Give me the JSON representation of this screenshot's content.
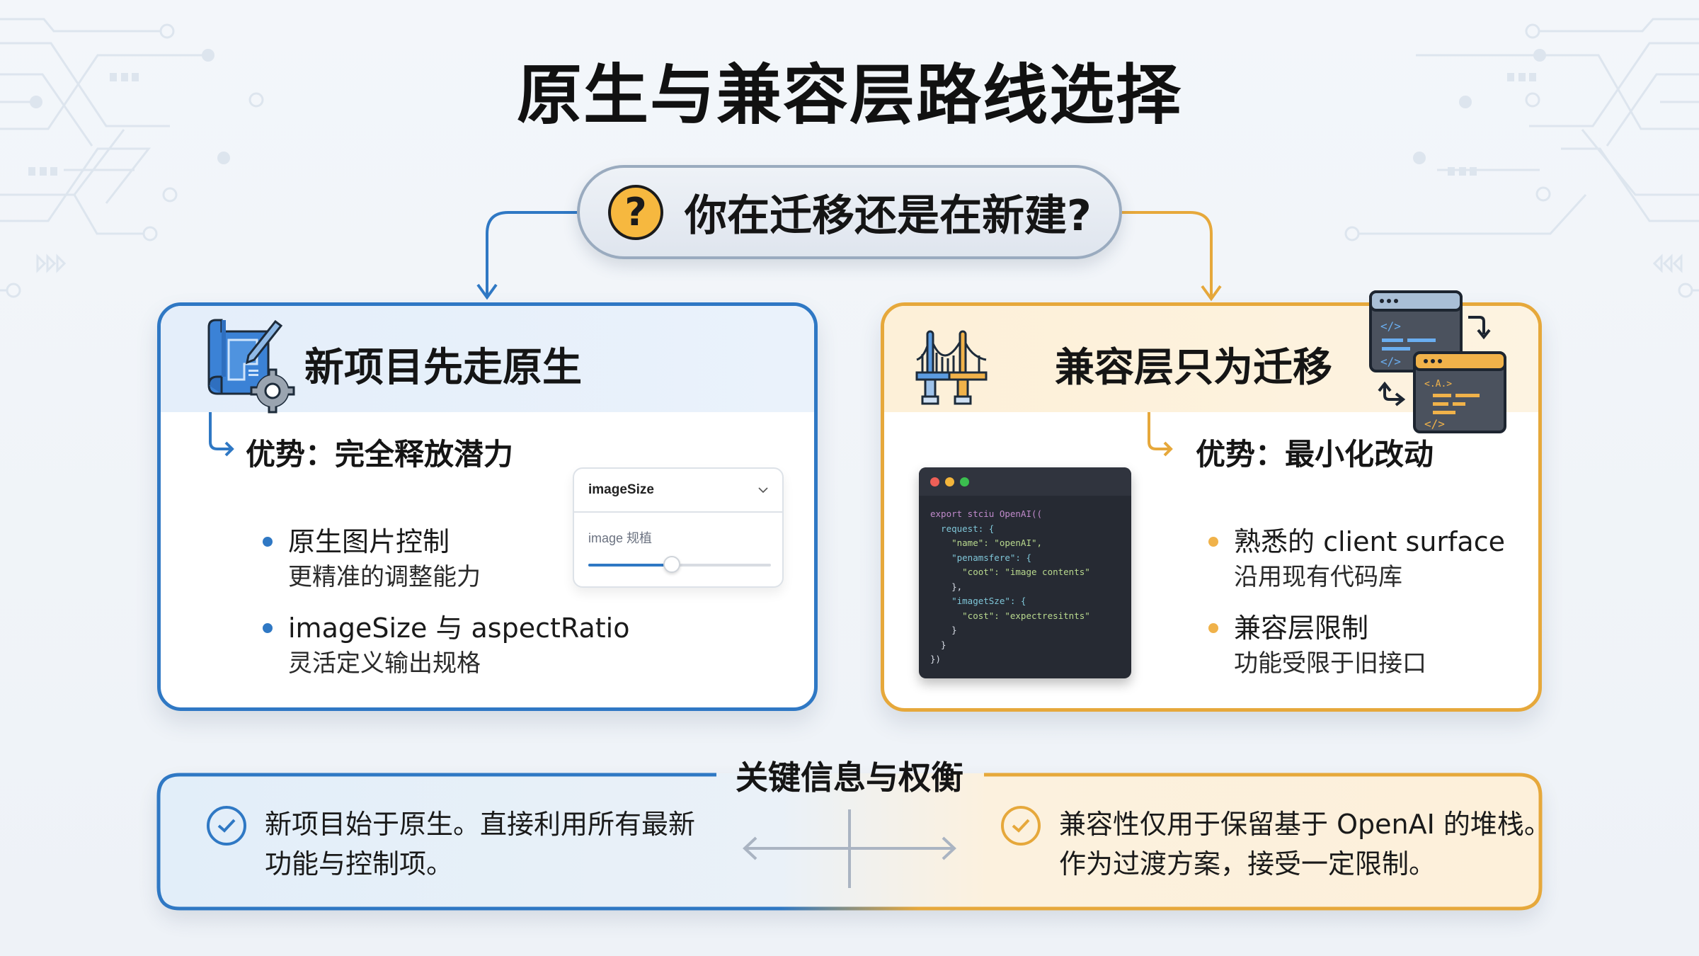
{
  "title": "原生与兼容层路线选择",
  "question": {
    "icon": "question-circle-icon",
    "text": "你在迁移还是在新建?"
  },
  "left_card": {
    "icon": "blueprint-gear-icon",
    "title": "新项目先走原生",
    "advantage_label": "优势：完全释放潜力",
    "bullets": [
      {
        "main": "原生图片控制",
        "sub": "更精准的调整能力"
      },
      {
        "main": "imageSize 与 aspectRatio",
        "sub": "灵活定义输出规格"
      }
    ],
    "widget": {
      "select_value": "imageSize",
      "slider_label": "image 规植",
      "slider_percent": 46
    },
    "accent_color": "#2f78c4"
  },
  "right_card": {
    "icon": "bridge-icon",
    "secondary_icon": "code-windows-swap-icon",
    "title": "兼容层只为迁移",
    "advantage_label": "优势：最小化改动",
    "bullets": [
      {
        "main": "熟悉的 client surface",
        "sub": "沿用现有代码库"
      },
      {
        "main": "兼容层限制",
        "sub": "功能受限于旧接口"
      }
    ],
    "code_lines": [
      "export stciu OpenAI((",
      "  request: {",
      "    \"name\": \"openAI\",",
      "    \"penamsfere\": {",
      "      \"coot\": \"image contents\"",
      "    },",
      "    \"imagetSze\": {",
      "      \"cost\": \"expectresitnts\"",
      "    }",
      "  }",
      "})"
    ],
    "accent_color": "#e6a83b"
  },
  "bottom": {
    "title": "关键信息与权衡",
    "left_text_line1": "新项目始于原生。直接利用所有最新",
    "left_text_line2": "功能与控制项。",
    "right_text_line1": "兼容性仅用于保留基于 OpenAI 的堆栈。",
    "right_text_line2": "作为过渡方案，接受一定限制。",
    "center_icon": "tradeoff-arrows-icon"
  }
}
